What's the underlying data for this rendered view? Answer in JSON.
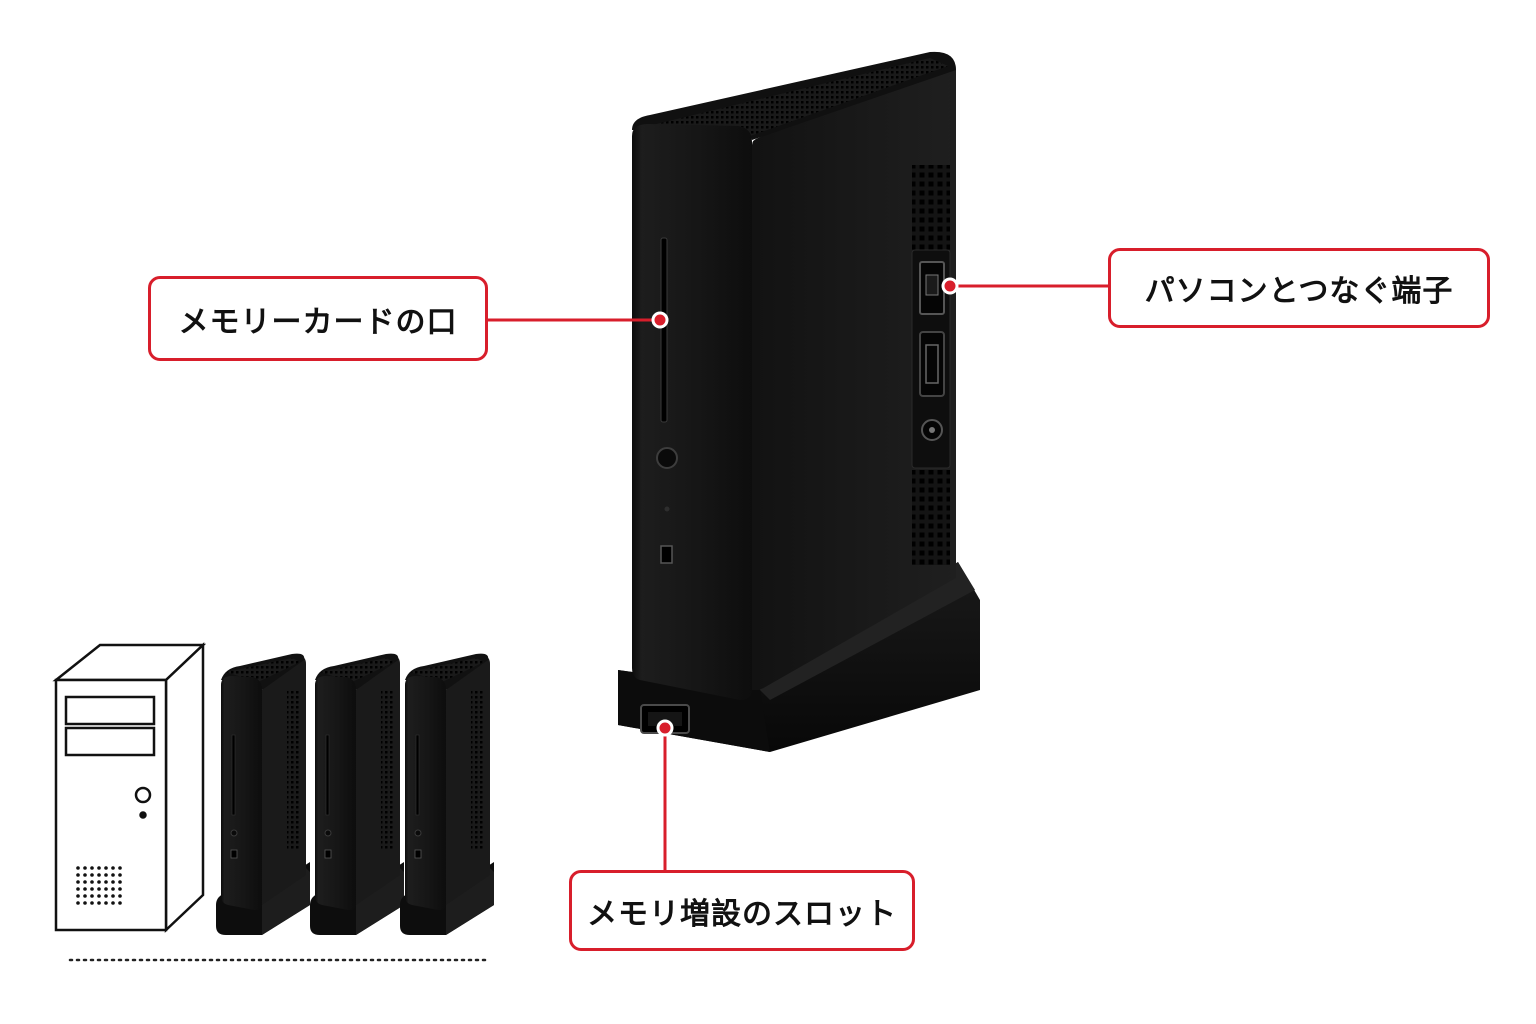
{
  "callouts": {
    "memory_card": "メモリーカードの口",
    "pc_port": "パソコンとつなぐ端子",
    "memory_slot": "メモリ増設のスロット"
  },
  "colors": {
    "accent_red": "#d81e2b",
    "device_body": "#151515",
    "device_side": "#1c1c1c",
    "outline": "#111111"
  },
  "icons": [
    "computer-tower-icon",
    "device-icon",
    "ethernet-port-icon",
    "hdmi-port-icon",
    "power-jack-icon",
    "power-button-icon"
  ]
}
